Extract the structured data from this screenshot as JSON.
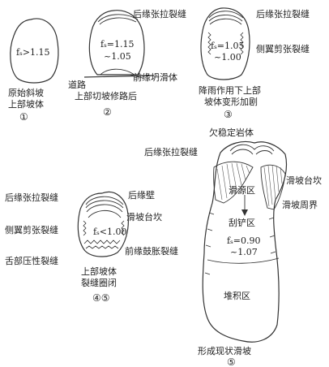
{
  "panel1": {
    "fs": "fₛ>1.15",
    "caption_line1": "原始斜坡",
    "caption_line2": "上部坡体",
    "number": "①"
  },
  "panel2": {
    "crack_label": "后缘张拉裂缝",
    "fs_line1": "fₛ=1.15",
    "fs_line2": "~1.05",
    "road_label": "道路",
    "front_label": "前缘坍滑体",
    "caption": "上部切坡修路后",
    "number": "②"
  },
  "panel3": {
    "crack_label": "后缘张拉裂缝",
    "fs_line1": "fₛ=1.05",
    "fs_line2": "~1.00",
    "shear_label": "侧翼剪张裂缝",
    "caption_line1": "降雨作用下上部",
    "caption_line2": "坡体变形加剧",
    "number": "③"
  },
  "panel45": {
    "crack_label": "后缘张拉裂缝",
    "scarp_label": "后缘壁",
    "terrace_label": "滑坡台坎",
    "shear_label": "侧翼剪张裂缝",
    "fs": "fₛ<1.00",
    "tongue_label": "舌部压性裂缝",
    "bulge_label": "前缘鼓胀裂缝",
    "caption_line1": "上部坡体",
    "caption_line2": "裂缝圈闭",
    "number": "④⑤"
  },
  "panel5": {
    "unstable_label": "欠稳定岩体",
    "crack_label": "后缘张拉裂缝",
    "terrace_label": "滑坡台坎",
    "slide_zone": "滑源区",
    "boundary_label": "滑坡周界",
    "scrape_zone": "刮铲区",
    "fs_line1": "fₛ=0.90",
    "fs_line2": "~1.07",
    "deposit_zone": "堆积区",
    "caption": "形成现状滑坡",
    "number": "⑤"
  }
}
